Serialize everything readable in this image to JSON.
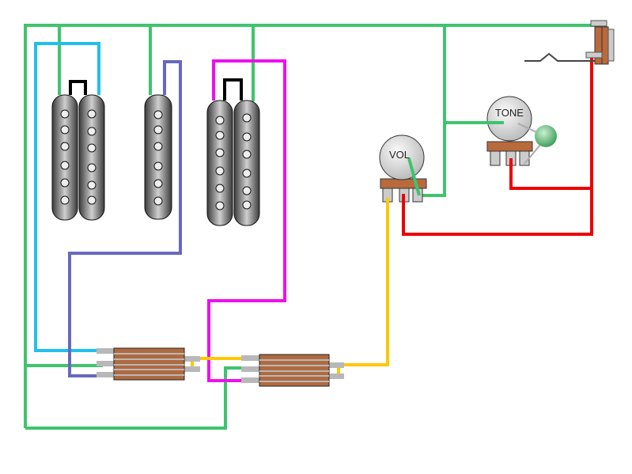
{
  "controls": {
    "volume_label": "VOL",
    "tone_label": "TONE"
  },
  "wire_colors": {
    "ground": "#3ec46d",
    "bridge_hot": "#1fc0ec",
    "middle_hot": "#6868c0",
    "neck_hot": "#ee10ee",
    "switch_link": "#ffc800",
    "output": "#ee0000"
  },
  "components": {
    "pickups": [
      "bridge-humbucker",
      "middle-single-coil",
      "neck-humbucker"
    ],
    "pots": [
      "volume",
      "tone"
    ],
    "switches": [
      "switch-1",
      "switch-2"
    ],
    "capacitor": "tone-capacitor",
    "jack": "output-jack"
  }
}
